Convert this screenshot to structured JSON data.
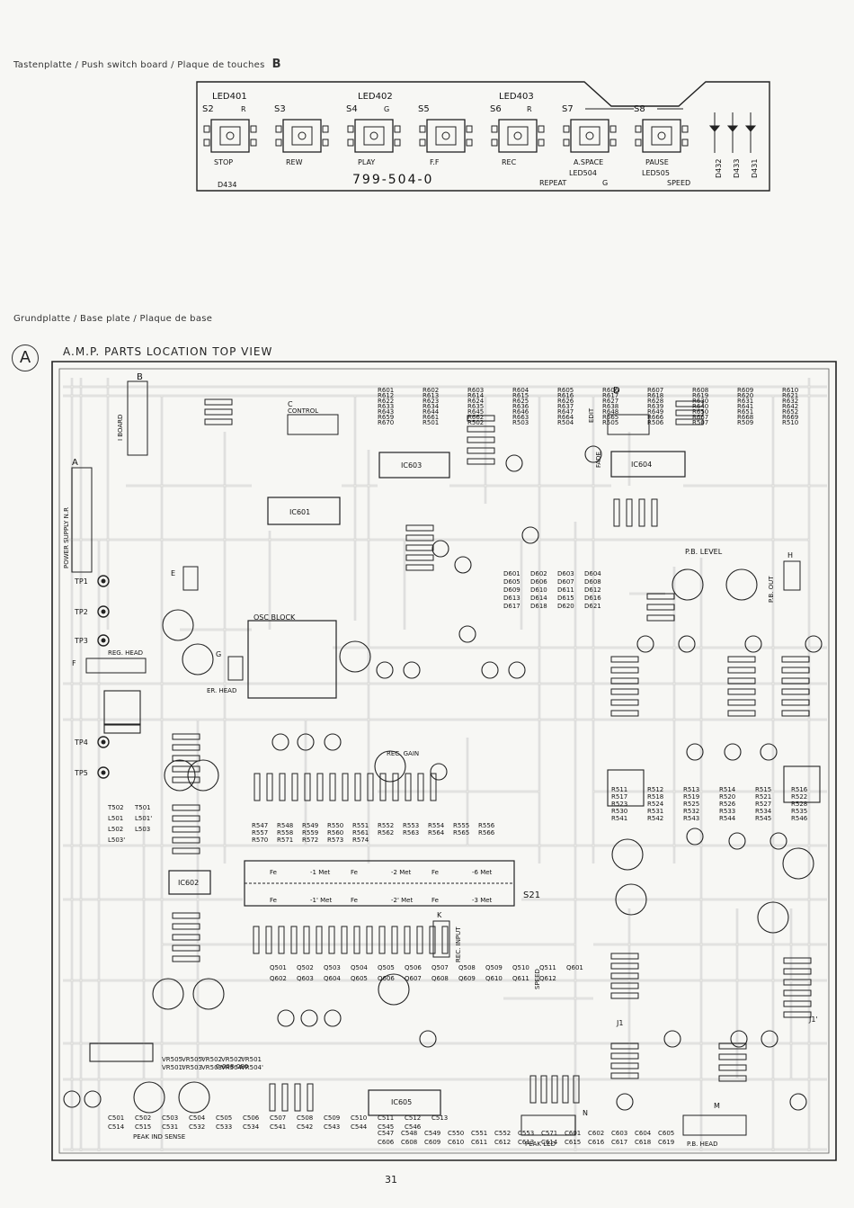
{
  "captions": {
    "push_board": "Tastenplatte / Push switch board / Plaque de touches",
    "push_board_letter": "B",
    "base_plate": "Grundplatte / Base plate / Plaque de base",
    "amp_letter": "A",
    "amp_title": "A.M.P.  PARTS  LOCATION  TOP  VIEW"
  },
  "push_board": {
    "board_number": "799-504-0",
    "leds": [
      "LED401",
      "LED402",
      "LED403"
    ],
    "switches": [
      "S2",
      "S3",
      "S4",
      "S5",
      "S6",
      "S7",
      "S8"
    ],
    "button_labels": [
      "STOP",
      "REW",
      "PLAY",
      "F.F",
      "REC",
      "A.SPACE",
      "PAUSE"
    ],
    "extra_labels": [
      "LED504",
      "LED505",
      "REPEAT",
      "G",
      "SPEED",
      "D434",
      "D432",
      "D433",
      "D431",
      "R",
      "G",
      "R"
    ]
  },
  "base_board": {
    "connectors": [
      "B",
      "C",
      "D",
      "E",
      "F",
      "G",
      "H",
      "J1",
      "J1'",
      "K",
      "M",
      "N",
      "A"
    ],
    "blocks": [
      "I BOARD",
      "POWER SUPPLY N.R",
      "CONTROL",
      "OSC BLOCK",
      "REG. HEAD",
      "ER. HEAD",
      "P.B. LEVEL",
      "P.B. OUT",
      "REC. GAIN",
      "PEAK IND SENSE",
      "PEAK LED",
      "P.B. HEAD",
      "REC. INPUT",
      "SPEED",
      "EDIT",
      "FADE",
      "S21"
    ],
    "ics": [
      "IC601",
      "IC602",
      "IC603",
      "IC604",
      "IC605"
    ],
    "test_points": [
      "TP1",
      "TP2",
      "TP3",
      "TP4",
      "TP5"
    ],
    "vrs": [
      "VR505",
      "VR505'",
      "VR502",
      "VR502'",
      "VR501",
      "VR501'",
      "VR503",
      "VR503'",
      "VR504",
      "VR504'"
    ],
    "transformers": [
      "T502",
      "T501",
      "L501",
      "L501'",
      "L502",
      "L503",
      "L503'"
    ],
    "resistors": [
      "R601",
      "R602",
      "R603",
      "R604",
      "R605",
      "R606",
      "R607",
      "R608",
      "R609",
      "R610",
      "R612",
      "R613",
      "R614",
      "R615",
      "R616",
      "R617",
      "R618",
      "R619",
      "R620",
      "R621",
      "R622",
      "R623",
      "R624",
      "R625",
      "R626",
      "R627",
      "R628",
      "R630",
      "R631",
      "R632",
      "R633",
      "R634",
      "R635",
      "R636",
      "R637",
      "R638",
      "R639",
      "R640",
      "R641",
      "R642",
      "R643",
      "R644",
      "R645",
      "R646",
      "R647",
      "R648",
      "R649",
      "R650",
      "R651",
      "R652",
      "R659",
      "R661",
      "R662",
      "R663",
      "R664",
      "R665",
      "R666",
      "R667",
      "R668",
      "R669",
      "R670",
      "R501",
      "R502",
      "R503",
      "R504",
      "R505",
      "R506",
      "R507",
      "R509",
      "R510",
      "R511",
      "R512",
      "R513",
      "R514",
      "R515",
      "R516",
      "R517",
      "R518",
      "R519",
      "R520",
      "R521",
      "R522",
      "R523",
      "R524",
      "R525",
      "R526",
      "R527",
      "R528",
      "R530",
      "R531",
      "R532",
      "R533",
      "R534",
      "R535",
      "R541",
      "R542",
      "R543",
      "R544",
      "R545",
      "R546",
      "R547",
      "R548",
      "R549",
      "R550",
      "R551",
      "R552",
      "R553",
      "R554",
      "R555",
      "R556",
      "R557",
      "R558",
      "R559",
      "R560",
      "R561",
      "R562",
      "R563",
      "R564",
      "R565",
      "R566",
      "R570",
      "R571",
      "R572",
      "R573",
      "R574"
    ],
    "capacitors": [
      "C501",
      "C502",
      "C503",
      "C504",
      "C505",
      "C506",
      "C507",
      "C508",
      "C509",
      "C510",
      "C511",
      "C512",
      "C513",
      "C514",
      "C515",
      "C531",
      "C532",
      "C533",
      "C534",
      "C541",
      "C542",
      "C543",
      "C544",
      "C545",
      "C546",
      "C547",
      "C548",
      "C549",
      "C550",
      "C551",
      "C552",
      "C553",
      "C571",
      "C601",
      "C602",
      "C603",
      "C604",
      "C605",
      "C606",
      "C608",
      "C609",
      "C610",
      "C611",
      "C612",
      "C613",
      "C614",
      "C615",
      "C616",
      "C617",
      "C618",
      "C619"
    ],
    "transistors": [
      "Q501",
      "Q502",
      "Q503",
      "Q504",
      "Q505",
      "Q506",
      "Q507",
      "Q508",
      "Q509",
      "Q510",
      "Q511",
      "Q601",
      "Q602",
      "Q603",
      "Q604",
      "Q605",
      "Q606",
      "Q607",
      "Q608",
      "Q609",
      "Q610",
      "Q611",
      "Q612"
    ],
    "diodes": [
      "D601",
      "D602",
      "D603",
      "D604",
      "D605",
      "D606",
      "D607",
      "D608",
      "D609",
      "D610",
      "D611",
      "D612",
      "D613",
      "D614",
      "D615",
      "D616",
      "D617",
      "D618",
      "D620",
      "D621"
    ],
    "s21_legend": {
      "row1": [
        "Fe",
        "-1 Met",
        "Fe",
        "-2 Met",
        "Fe",
        "-6 Met"
      ],
      "row2": [
        "Fe",
        "-1' Met",
        "Fe",
        "-2' Met",
        "Fe",
        "-3 Met"
      ]
    },
    "board_code": "0-008-080"
  },
  "page_number": "31"
}
